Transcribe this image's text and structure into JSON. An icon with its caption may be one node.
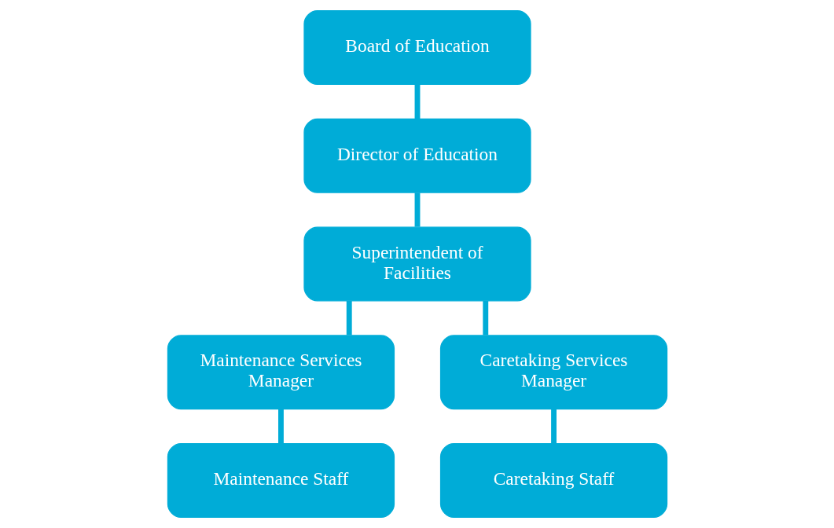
{
  "diagram": {
    "nodes": [
      {
        "text": [
          "Board of Education"
        ]
      },
      {
        "text": [
          "Director of Education"
        ]
      },
      {
        "text": [
          "Superintendent of Facilities"
        ]
      },
      {
        "text": [
          "Maintenance Services Manager"
        ]
      },
      {
        "text": [
          "Caretaking Services Manager"
        ]
      },
      {
        "text": [
          "Maintenance Staff"
        ]
      },
      {
        "text": [
          "Caretaking Staff"
        ]
      }
    ],
    "edges": [
      {
        "from": 0,
        "to": 1,
        "arrow": "none"
      },
      {
        "from": 1,
        "to": 2,
        "arrow": "none"
      },
      {
        "from": 2,
        "to": 3,
        "arrow": "none"
      },
      {
        "from": 2,
        "to": 4,
        "arrow": "none"
      },
      {
        "from": 3,
        "to": 5,
        "arrow": "none"
      },
      {
        "from": 4,
        "to": 6,
        "arrow": "none"
      }
    ]
  }
}
